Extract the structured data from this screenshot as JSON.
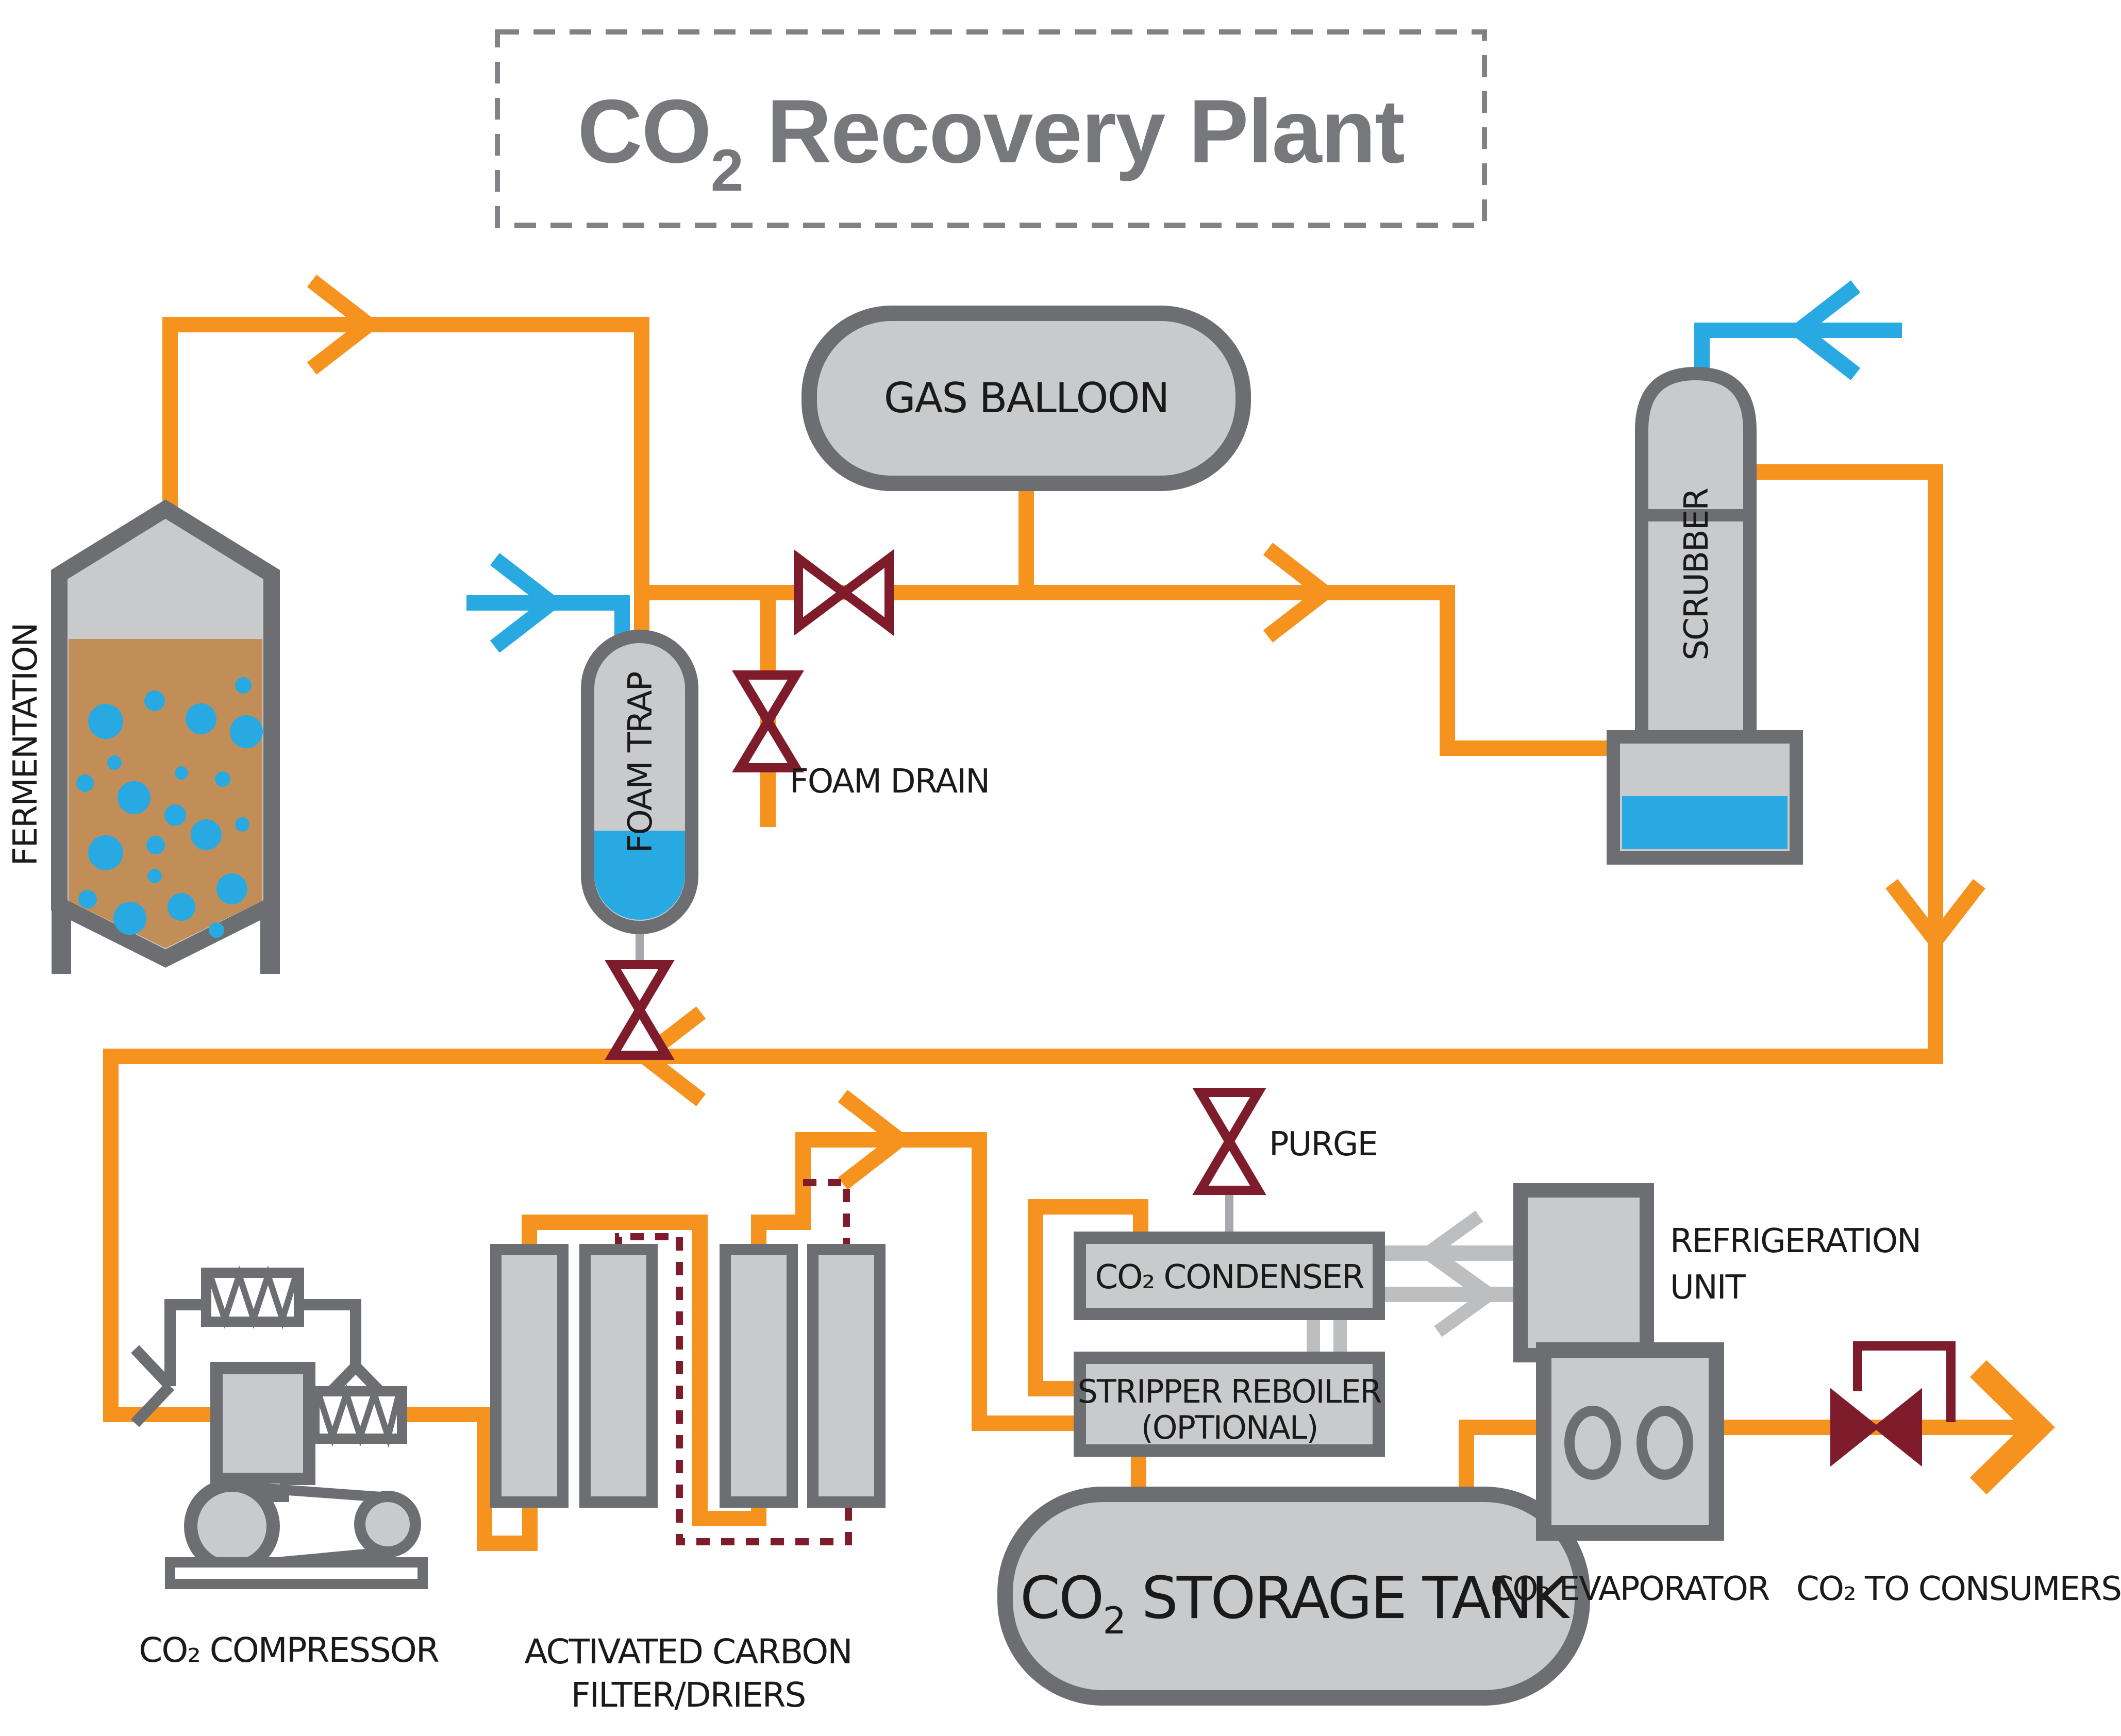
{
  "diagram": {
    "kind": "process-flow-diagram",
    "title": {
      "prefix": "CO",
      "subscript": "2",
      "suffix": " Recovery Plant"
    }
  },
  "equipment": {
    "fermentation": "FERMENTATION",
    "foam_trap": "FOAM TRAP",
    "gas_balloon": "GAS BALLOON",
    "scrubber": "SCRUBBER",
    "co2_compressor": "CO₂ COMPRESSOR",
    "filters_line1": "ACTIVATED CARBON",
    "filters_line2": "FILTER/DRIERS",
    "co2_condenser": "CO₂ CONDENSER",
    "refrigeration_line1": "REFRIGERATION",
    "refrigeration_line2": "UNIT",
    "reboiler_line1": "STRIPPER REBOILER",
    "reboiler_line2": "(OPTIONAL)",
    "storage_tank": {
      "prefix": "CO",
      "subscript": "2",
      "suffix": " STORAGE TANK"
    },
    "co2_evaporator": "CO₂ EVAPORATOR"
  },
  "annotations": {
    "foam_drain": "FOAM DRAIN",
    "purge": "PURGE",
    "co2_to_consumers": "CO₂ TO CONSUMERS"
  },
  "colors": {
    "gas_pipe": "#F6921E",
    "water_pipe": "#29A9E1",
    "valve": "#7E1C2C",
    "equipment_fill": "#C9CACB",
    "equipment_border": "#6D6E71",
    "refrigerant_line": "#BCBEC0",
    "fermentation_liquid": "#C28E58",
    "title_text": "#77787B",
    "label_text": "#1A1A1A"
  }
}
